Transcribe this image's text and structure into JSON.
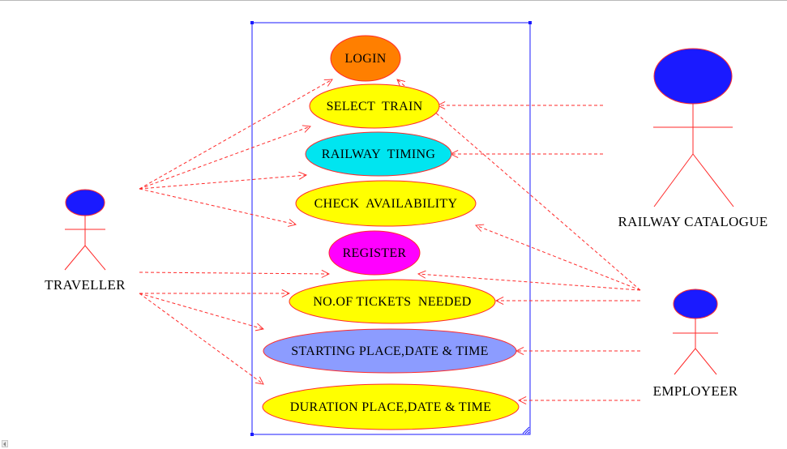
{
  "diagram": {
    "colors": {
      "boundary": "#1a1aff",
      "relation": "#ff2a2a",
      "actor_head": "#1a1aff",
      "actor_body": "#ff2a2a"
    },
    "use_cases": [
      {
        "id": "login",
        "label": "LOGIN",
        "fill": "#ff7f00"
      },
      {
        "id": "select-train",
        "label": "SELECT  TRAIN",
        "fill": "#ffff00"
      },
      {
        "id": "railway-timing",
        "label": "RAILWAY  TIMING",
        "fill": "#00e5f0"
      },
      {
        "id": "check-availability",
        "label": "CHECK  AVAILABILITY",
        "fill": "#ffff00"
      },
      {
        "id": "register",
        "label": "REGISTER",
        "fill": "#ff00ff"
      },
      {
        "id": "no-of-tickets",
        "label": "NO.OF TICKETS  NEEDED",
        "fill": "#ffff00"
      },
      {
        "id": "starting-place",
        "label": "STARTING PLACE,DATE & TIME",
        "fill": "#8c9cff"
      },
      {
        "id": "duration-place",
        "label": "DURATION PLACE,DATE & TIME",
        "fill": "#ffff00"
      }
    ],
    "actors": [
      {
        "id": "traveller",
        "label": "TRAVELLER"
      },
      {
        "id": "railway-catalogue",
        "label": "RAILWAY CATALOGUE"
      },
      {
        "id": "employeer",
        "label": "EMPLOYEER"
      }
    ],
    "relations": [
      {
        "from": "traveller",
        "to": "login"
      },
      {
        "from": "traveller",
        "to": "select-train"
      },
      {
        "from": "traveller",
        "to": "railway-timing"
      },
      {
        "from": "traveller",
        "to": "check-availability"
      },
      {
        "from": "traveller",
        "to": "register"
      },
      {
        "from": "traveller",
        "to": "no-of-tickets"
      },
      {
        "from": "traveller",
        "to": "starting-place"
      },
      {
        "from": "traveller",
        "to": "duration-place"
      },
      {
        "from": "railway-catalogue",
        "to": "select-train"
      },
      {
        "from": "railway-catalogue",
        "to": "railway-timing"
      },
      {
        "from": "employeer",
        "to": "login"
      },
      {
        "from": "employeer",
        "to": "check-availability"
      },
      {
        "from": "employeer",
        "to": "register"
      },
      {
        "from": "employeer",
        "to": "no-of-tickets"
      },
      {
        "from": "employeer",
        "to": "starting-place"
      },
      {
        "from": "employeer",
        "to": "duration-place"
      }
    ]
  }
}
